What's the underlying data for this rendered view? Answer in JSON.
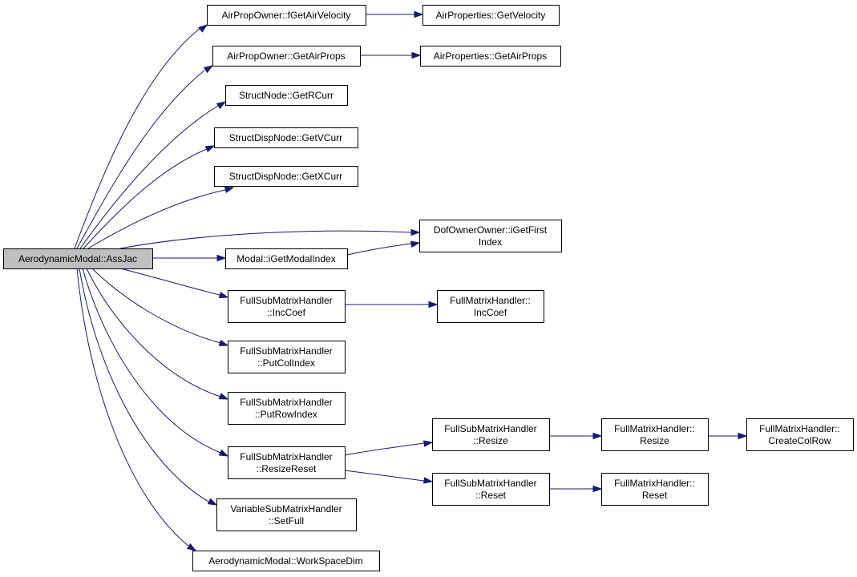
{
  "diagram": {
    "nodes": [
      {
        "id": "root",
        "lines": [
          "AerodynamicModal::AssJac"
        ],
        "root": true
      },
      {
        "id": "fgetairvelocity",
        "lines": [
          "AirPropOwner::fGetAirVelocity"
        ]
      },
      {
        "id": "getvelocity",
        "lines": [
          "AirProperties::GetVelocity"
        ]
      },
      {
        "id": "getairprops_owner",
        "lines": [
          "AirPropOwner::GetAirProps"
        ]
      },
      {
        "id": "getairprops_props",
        "lines": [
          "AirProperties::GetAirProps"
        ]
      },
      {
        "id": "getrcurr",
        "lines": [
          "StructNode::GetRCurr"
        ]
      },
      {
        "id": "getvcurr",
        "lines": [
          "StructDispNode::GetVCurr"
        ]
      },
      {
        "id": "getxcurr",
        "lines": [
          "StructDispNode::GetXCurr"
        ]
      },
      {
        "id": "igetfirstindex",
        "lines": [
          "DofOwnerOwner::iGetFirst",
          "Index"
        ]
      },
      {
        "id": "igetmodalindex",
        "lines": [
          "Modal::iGetModalIndex"
        ]
      },
      {
        "id": "sub_inccoef",
        "lines": [
          "FullSubMatrixHandler",
          "::IncCoef"
        ]
      },
      {
        "id": "full_inccoef",
        "lines": [
          "FullMatrixHandler::",
          "IncCoef"
        ]
      },
      {
        "id": "putcolindex",
        "lines": [
          "FullSubMatrixHandler",
          "::PutColIndex"
        ]
      },
      {
        "id": "putrowindex",
        "lines": [
          "FullSubMatrixHandler",
          "::PutRowIndex"
        ]
      },
      {
        "id": "resizereset",
        "lines": [
          "FullSubMatrixHandler",
          "::ResizeReset"
        ]
      },
      {
        "id": "sub_resize",
        "lines": [
          "FullSubMatrixHandler",
          "::Resize"
        ]
      },
      {
        "id": "full_resize",
        "lines": [
          "FullMatrixHandler::",
          "Resize"
        ]
      },
      {
        "id": "createcolrow",
        "lines": [
          "FullMatrixHandler::",
          "CreateColRow"
        ]
      },
      {
        "id": "sub_reset",
        "lines": [
          "FullSubMatrixHandler",
          "::Reset"
        ]
      },
      {
        "id": "full_reset",
        "lines": [
          "FullMatrixHandler::",
          "Reset"
        ]
      },
      {
        "id": "setfull",
        "lines": [
          "VariableSubMatrixHandler",
          "::SetFull"
        ]
      },
      {
        "id": "workspacedim",
        "lines": [
          "AerodynamicModal::WorkSpaceDim"
        ]
      }
    ],
    "edges": [
      [
        "root",
        "fgetairvelocity"
      ],
      [
        "fgetairvelocity",
        "getvelocity"
      ],
      [
        "root",
        "getairprops_owner"
      ],
      [
        "getairprops_owner",
        "getairprops_props"
      ],
      [
        "root",
        "getrcurr"
      ],
      [
        "root",
        "getvcurr"
      ],
      [
        "root",
        "getxcurr"
      ],
      [
        "root",
        "igetfirstindex"
      ],
      [
        "root",
        "igetmodalindex"
      ],
      [
        "igetmodalindex",
        "igetfirstindex"
      ],
      [
        "root",
        "sub_inccoef"
      ],
      [
        "sub_inccoef",
        "full_inccoef"
      ],
      [
        "root",
        "putcolindex"
      ],
      [
        "root",
        "putrowindex"
      ],
      [
        "root",
        "resizereset"
      ],
      [
        "resizereset",
        "sub_resize"
      ],
      [
        "sub_resize",
        "full_resize"
      ],
      [
        "full_resize",
        "createcolrow"
      ],
      [
        "resizereset",
        "sub_reset"
      ],
      [
        "sub_reset",
        "full_reset"
      ],
      [
        "root",
        "setfull"
      ],
      [
        "root",
        "workspacedim"
      ]
    ],
    "colors": {
      "edge": "#191970",
      "root_fill": "#bfbfbf",
      "node_fill": "#ffffff",
      "border": "#000000"
    }
  }
}
